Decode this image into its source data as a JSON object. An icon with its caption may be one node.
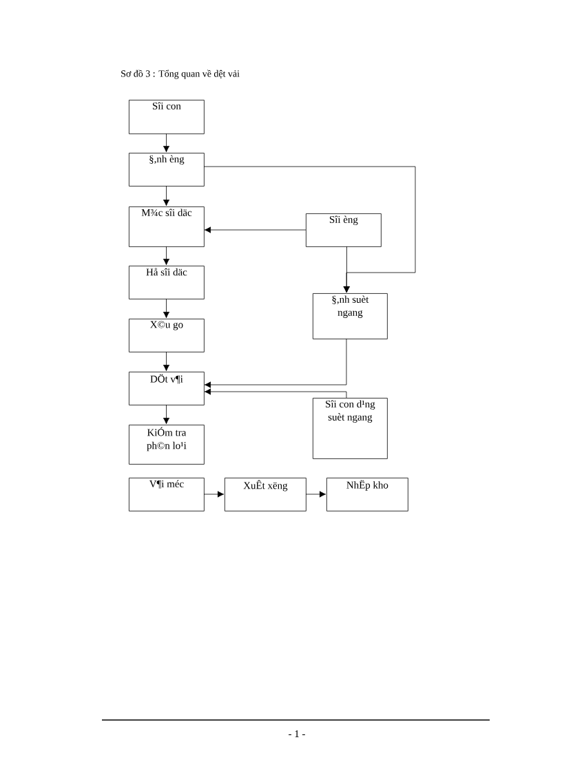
{
  "diagram": {
    "title": "Sơ đồ 3 : Tổng quan về dệt vải",
    "nodes": [
      {
        "text": [
          "Sîi con"
        ]
      },
      {
        "text": [
          "§,nh èng"
        ]
      },
      {
        "text": [
          "M¾c sîi däc"
        ]
      },
      {
        "text": [
          "Hå sîi däc"
        ]
      },
      {
        "text": [
          "X©u go"
        ]
      },
      {
        "text": [
          "DÖt v¶i"
        ]
      },
      {
        "text": [
          "KiÓm tra ph©n lo¹i"
        ]
      },
      {
        "text": [
          "Sîi èng"
        ]
      },
      {
        "text": [
          "§,nh suèt ngang"
        ]
      },
      {
        "text": [
          "Sîi con d¹ng suèt ngang"
        ]
      },
      {
        "text": [
          "V¶i méc"
        ]
      },
      {
        "text": [
          "XuÊt xëng"
        ]
      },
      {
        "text": [
          "NhËp kho"
        ]
      }
    ],
    "edges": [
      {
        "from": 0,
        "to": 1,
        "arrow": "to"
      },
      {
        "from": 1,
        "to": 2,
        "arrow": "to"
      },
      {
        "from": 2,
        "to": 3,
        "arrow": "to"
      },
      {
        "from": 3,
        "to": 4,
        "arrow": "to"
      },
      {
        "from": 4,
        "to": 5,
        "arrow": "to"
      },
      {
        "from": 5,
        "to": 6,
        "arrow": "to"
      },
      {
        "from": 7,
        "to": 2,
        "arrow": "to"
      },
      {
        "from": 1,
        "to": 8,
        "arrow": "to"
      },
      {
        "from": 7,
        "to": 8,
        "arrow": "to"
      },
      {
        "from": 8,
        "to": 5,
        "arrow": "to"
      },
      {
        "from": 9,
        "to": 5,
        "arrow": "to"
      },
      {
        "from": 10,
        "to": 11,
        "arrow": "to"
      },
      {
        "from": 11,
        "to": 12,
        "arrow": "to"
      }
    ],
    "labels": [
      "- 1 -"
    ]
  }
}
